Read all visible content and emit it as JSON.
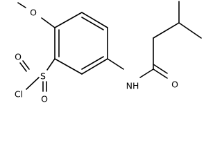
{
  "molecule": {
    "atoms": {
      "methoxy_o": "O",
      "sulfonyl_o_top": "O",
      "sulfonyl_o_bottom": "O",
      "sulfur": "S",
      "chlorine": "Cl",
      "amide_nh": "NH",
      "carbonyl_o": "O"
    }
  },
  "colors": {
    "ink": "#000000",
    "background": "#ffffff"
  }
}
